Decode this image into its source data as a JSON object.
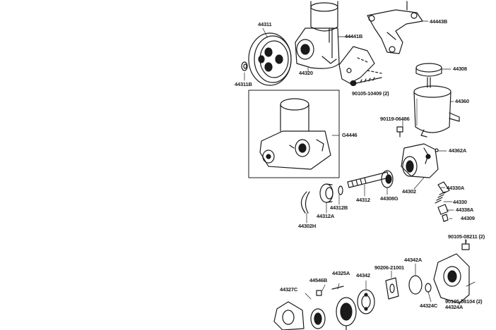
{
  "labels": {
    "p44311": "44311",
    "p44320": "44320",
    "p44311b": "44311B",
    "p44441b": "44441B",
    "p44443b": "44443B",
    "p90105": "90105-10409 (2)",
    "p44308": "44308",
    "p44360": "44360",
    "p90119": "90119-06486",
    "p44446": "G4446",
    "p44362a": "44362A",
    "p44302": "44302",
    "p44330a": "44330A",
    "p44330": "44330",
    "p44338a": "44338A",
    "p44309": "44309",
    "p44312": "44312",
    "p44308g": "44308G",
    "p44312b": "44312B",
    "p44312a": "44312A",
    "p44302h": "44302H",
    "p90105b": "90105-08211 (2)",
    "p90206": "90206-21001",
    "p44342a": "44342A",
    "p44327c": "44327C",
    "p44546b": "44546B",
    "p44325a": "44325A",
    "p44342": "44342",
    "p44324c": "44324C",
    "p44324a": "44324A",
    "p90105c": "90105-08104 (2)"
  }
}
